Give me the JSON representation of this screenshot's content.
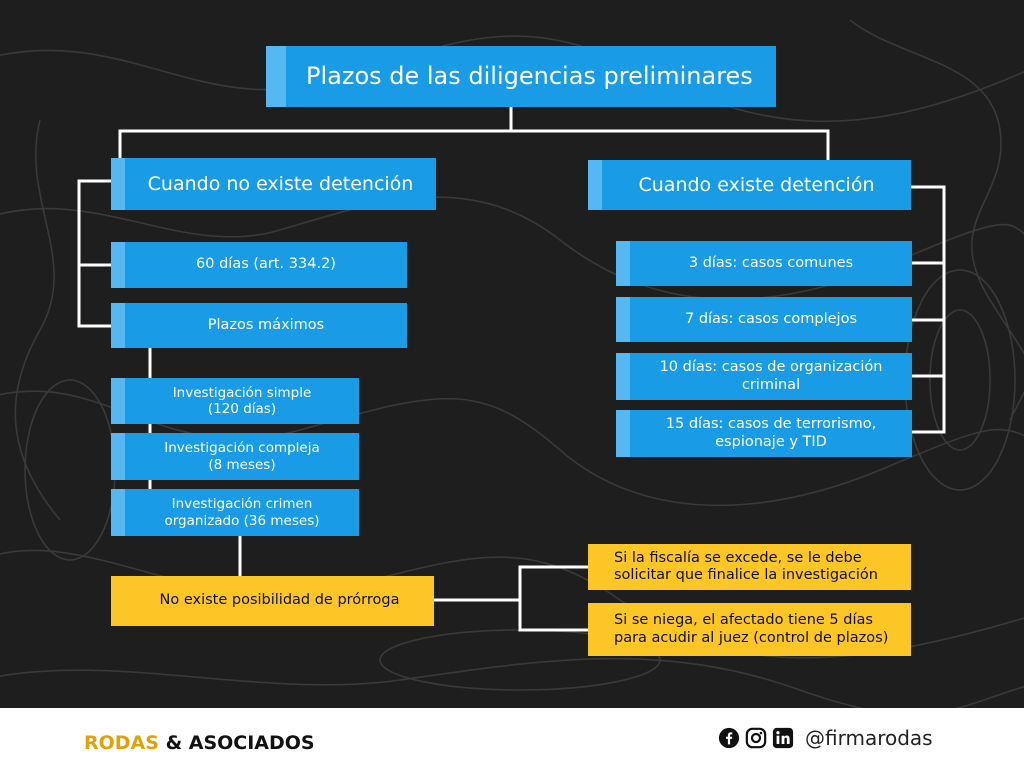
{
  "title": "Plazos de las diligencias preliminares",
  "left_branch": {
    "heading": "Cuando no existe detención",
    "items": [
      "60 días (art. 334.2)",
      "Plazos máximos"
    ],
    "sub_items": [
      [
        "Investigación simple",
        "(120 días)"
      ],
      [
        "Investigación compleja",
        "(8 meses)"
      ],
      [
        "Investigación crimen",
        "organizado (36 meses)"
      ]
    ],
    "no_extension": "No existe posibilidad de prórroga"
  },
  "right_branch": {
    "heading": "Cuando existe detención",
    "items": [
      [
        "3 días: casos comunes"
      ],
      [
        "7 días: casos complejos"
      ],
      [
        "10 días: casos de organización",
        "criminal"
      ],
      [
        "15 días: casos de terrorismo,",
        "espionaje y TID"
      ]
    ]
  },
  "consequences": [
    [
      "Si la fiscalía se excede, se le debe",
      "solicitar que finalice la investigación"
    ],
    [
      "Si se niega, el afectado tiene 5 días",
      "para acudir al juez (control de plazos)"
    ]
  ],
  "footer": {
    "brand_part1": "RODAS",
    "brand_part2": " & ASOCIADOS",
    "social_icons": [
      "facebook-icon",
      "instagram-icon",
      "linkedin-icon"
    ],
    "handle": "@firmarodas"
  },
  "colors": {
    "background": "#1e1e1e",
    "box_blue": "#1a9be6",
    "box_accent": "#56b8f2",
    "box_yellow": "#fcc626",
    "brand_gold": "#e0a20c",
    "connector": "#ffffff"
  }
}
